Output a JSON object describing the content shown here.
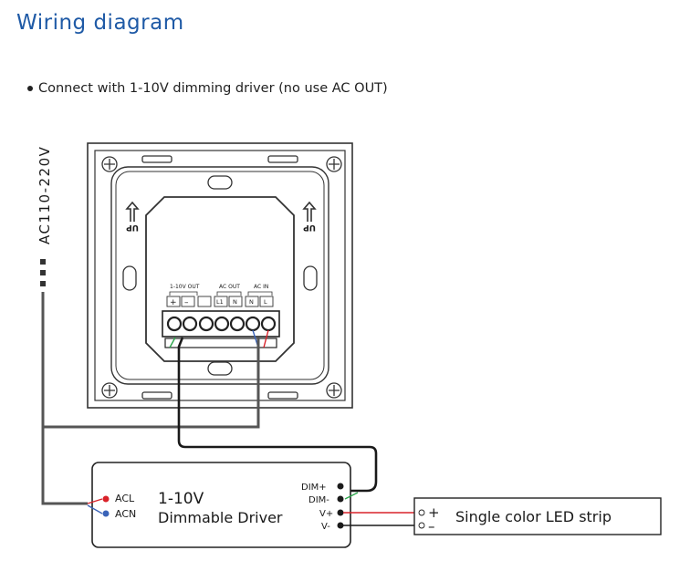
{
  "title": "Wiring diagram",
  "instruction": "Connect with 1-10V dimming driver (no use AC OUT)",
  "supply_label": "AC110-220V",
  "panel": {
    "up_label": "UP",
    "groups": {
      "out_1_10v": "1-10V OUT",
      "ac_out": "AC OUT",
      "ac_in": "AC IN"
    },
    "terminals": [
      "+",
      "–",
      "",
      "L1",
      "N",
      "N",
      "L"
    ]
  },
  "driver": {
    "line1": "1-10V",
    "line2": "Dimmable Driver",
    "inputs": [
      "ACL",
      "ACN"
    ],
    "outputs": [
      "DIM+",
      "DIM-",
      "V+",
      "V-"
    ]
  },
  "strip": {
    "label": "Single color LED strip",
    "plus": "+",
    "minus": "–"
  },
  "colors": {
    "title": "#1f5aa6",
    "wire": "#555555",
    "red_wire": "#d9222a",
    "blue_wire": "#3a63b8",
    "green_wire": "#2aa54a"
  }
}
